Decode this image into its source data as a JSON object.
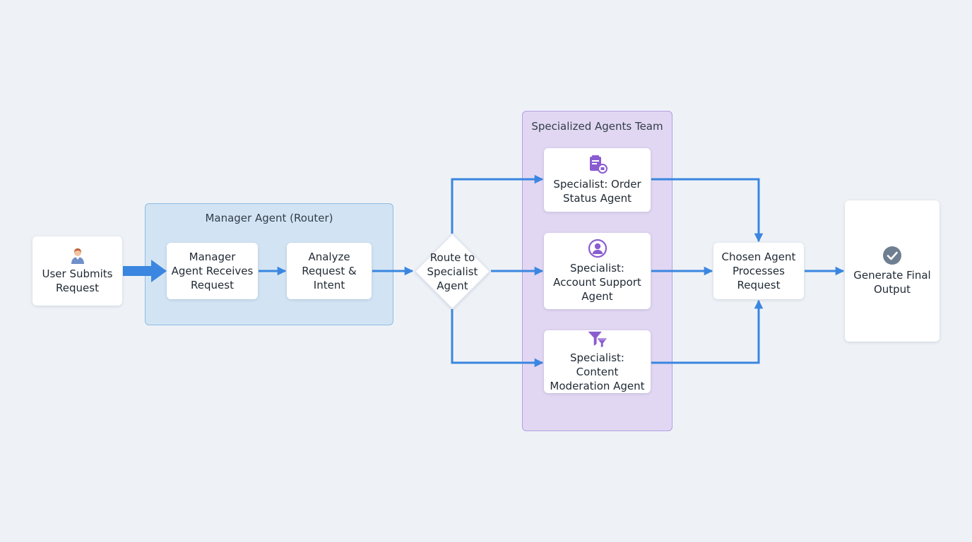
{
  "groups": {
    "manager": {
      "title": "Manager Agent (Router)"
    },
    "specialists": {
      "title": "Specialized Agents Team"
    }
  },
  "nodes": {
    "user": {
      "label": "User Submits\nRequest",
      "icon": "user-icon"
    },
    "receive": {
      "label": "Manager\nAgent Receives\nRequest"
    },
    "analyze": {
      "label": "Analyze\nRequest &\nIntent"
    },
    "route": {
      "label": "Route to\nSpecialist\nAgent"
    },
    "order": {
      "label": "Specialist: Order\nStatus Agent",
      "icon": "order-document-icon"
    },
    "account": {
      "label": "Specialist:\nAccount Support\nAgent",
      "icon": "account-user-icon"
    },
    "content": {
      "label": "Specialist: Content\nModeration Agent",
      "icon": "filter-icon"
    },
    "chosen": {
      "label": "Chosen Agent\nProcesses\nRequest"
    },
    "output": {
      "label": "Generate Final\nOutput",
      "icon": "check-circle-icon"
    }
  },
  "colors": {
    "arrow": "#3a86e0",
    "manager_fill": "#d2e4f4",
    "specialists_fill": "#e1d7f3",
    "icon_purple": "#8a5cd0",
    "check_gray": "#6f7f91"
  }
}
